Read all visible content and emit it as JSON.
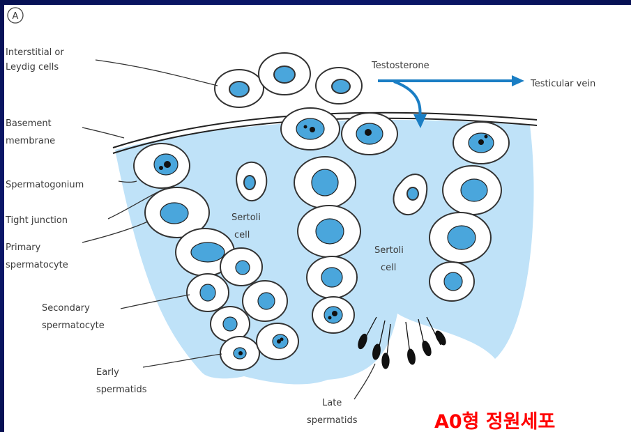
{
  "figure": {
    "panel_letter": "A",
    "labels": {
      "interstitial_1": "Interstitial or",
      "interstitial_2": "Leydig cells",
      "testosterone": "Testosterone",
      "testicular_vein": "Testicular vein",
      "basement_1": "Basement",
      "basement_2": "membrane",
      "spermatogonium": "Spermatogonium",
      "tight_junction": "Tight junction",
      "primary_1": "Primary",
      "primary_2": "spermatocyte",
      "secondary_1": "Secondary",
      "secondary_2": "spermatocyte",
      "early_1": "Early",
      "early_2": "spermatids",
      "sertoli1_1": "Sertoli",
      "sertoli1_2": "cell",
      "sertoli2_1": "Sertoli",
      "sertoli2_2": "cell",
      "late_1": "Late",
      "late_2": "spermatids"
    },
    "overlay_text": "A0형 정원세포"
  },
  "colors": {
    "background": "#0d1a73",
    "tissue": "#bfe2f8",
    "nucleus": "#4aa6dc",
    "text": "#3a3a3a",
    "overlay": "#ff0000"
  }
}
